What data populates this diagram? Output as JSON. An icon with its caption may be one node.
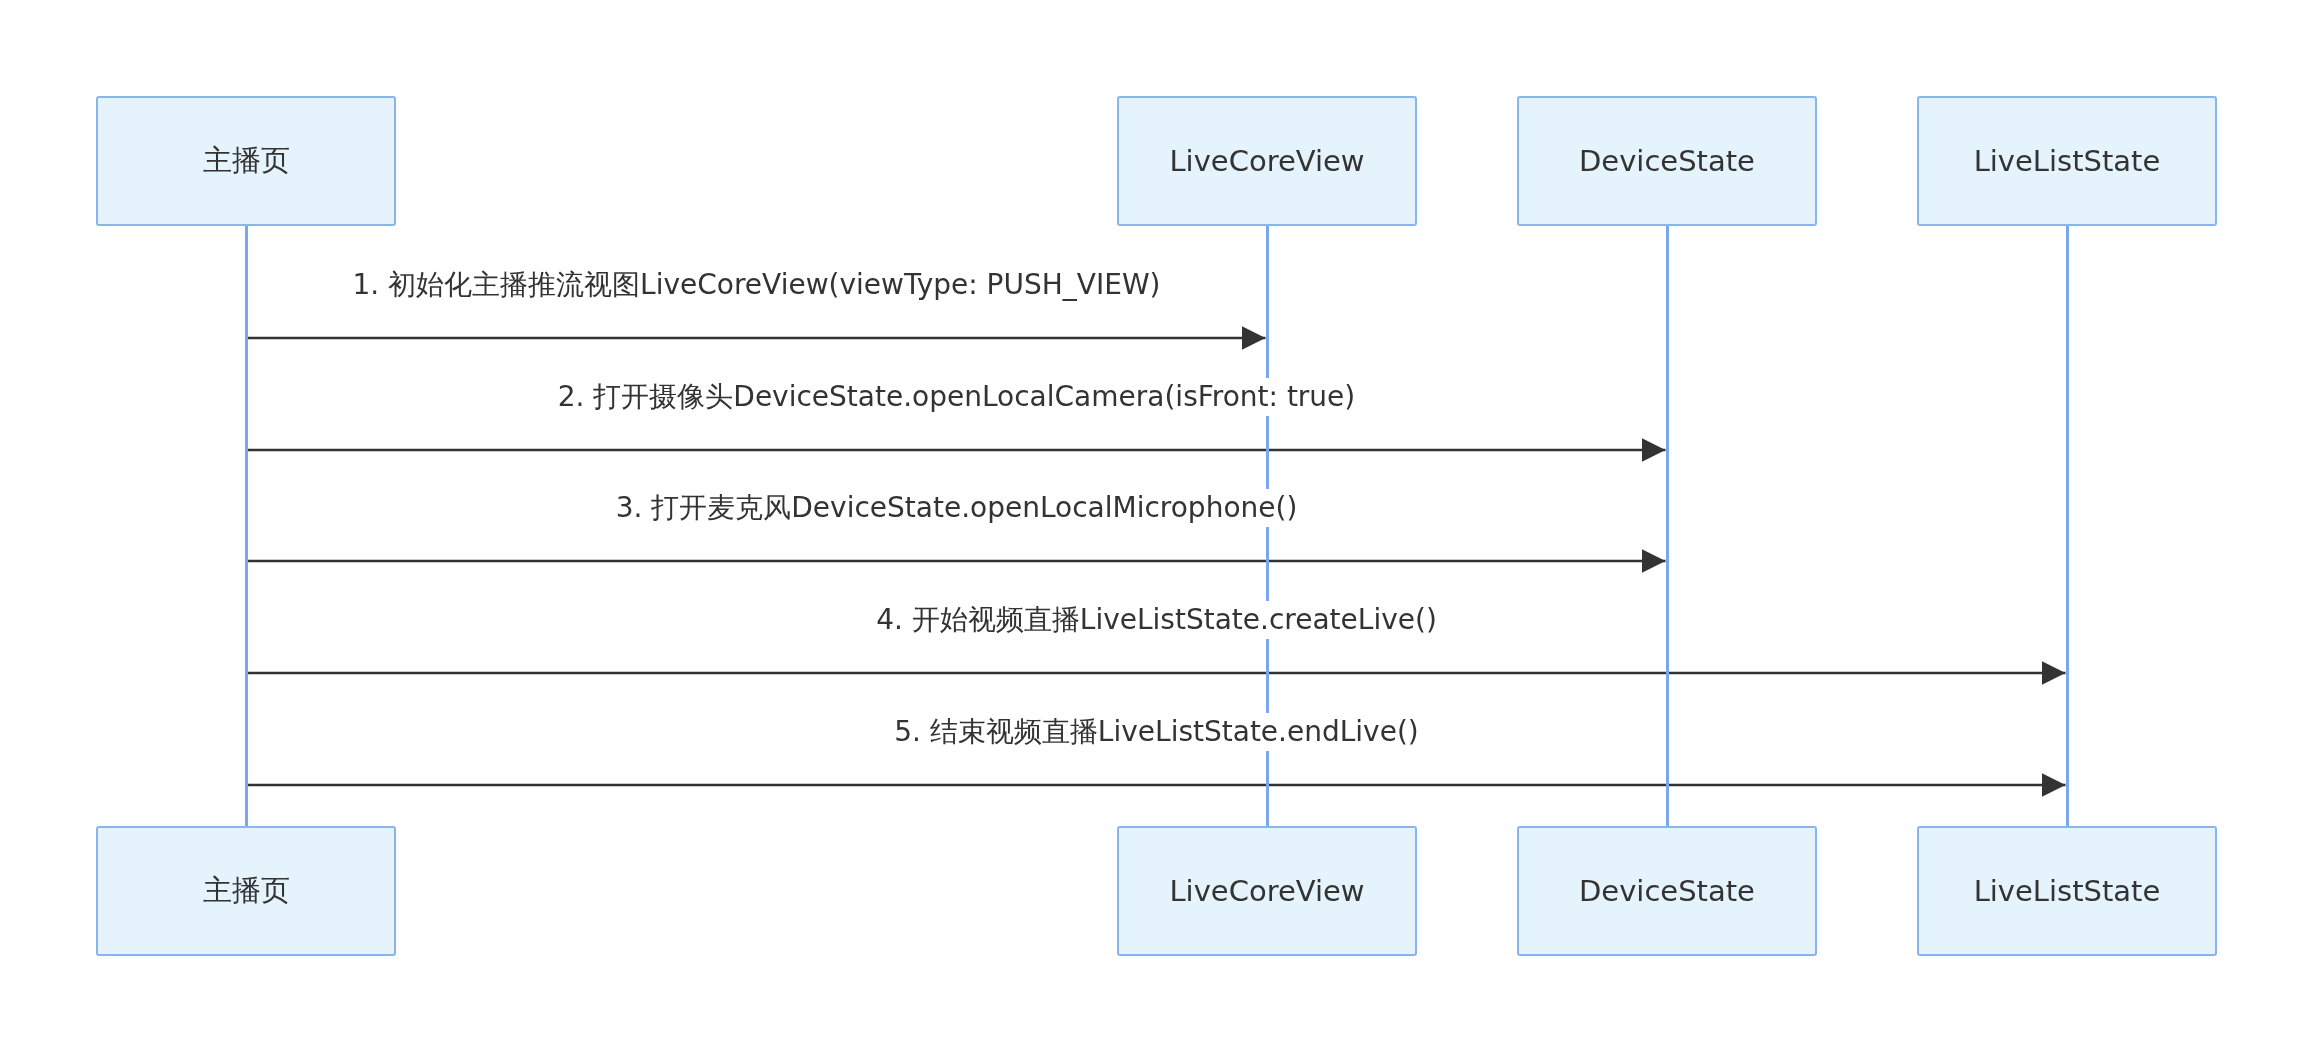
{
  "diagram": {
    "nodes": [
      {
        "text": [
          "主播页"
        ]
      },
      {
        "text": [
          "LiveCoreView"
        ]
      },
      {
        "text": [
          "DeviceState"
        ]
      },
      {
        "text": [
          "LiveListState"
        ]
      },
      {
        "text": [],
        "shape": "bar"
      },
      {
        "text": [],
        "shape": "bar"
      },
      {
        "text": [],
        "shape": "bar"
      },
      {
        "text": [],
        "shape": "bar"
      },
      {
        "text": [
          "主播页"
        ]
      },
      {
        "text": [
          "LiveCoreView"
        ]
      },
      {
        "text": [
          "DeviceState"
        ]
      },
      {
        "text": [
          "LiveListState"
        ]
      }
    ],
    "edges": [
      {
        "from": 4,
        "to": 5,
        "arrow": "to",
        "label": "1. 初始化主播推流视图LiveCoreView(viewType: PUSH_VIEW)"
      },
      {
        "from": 4,
        "to": 6,
        "arrow": "to",
        "label": "2. 打开摄像头DeviceState.openLocalCamera(isFront: true)"
      },
      {
        "from": 4,
        "to": 6,
        "arrow": "to",
        "label": "3. 打开麦克风DeviceState.openLocalMicrophone()"
      },
      {
        "from": 4,
        "to": 7,
        "arrow": "to",
        "label": "4. 开始视频直播LiveListState.createLive()"
      },
      {
        "from": 4,
        "to": 7,
        "arrow": "to",
        "label": "5. 结束视频直播LiveListState.endLive()"
      }
    ]
  }
}
